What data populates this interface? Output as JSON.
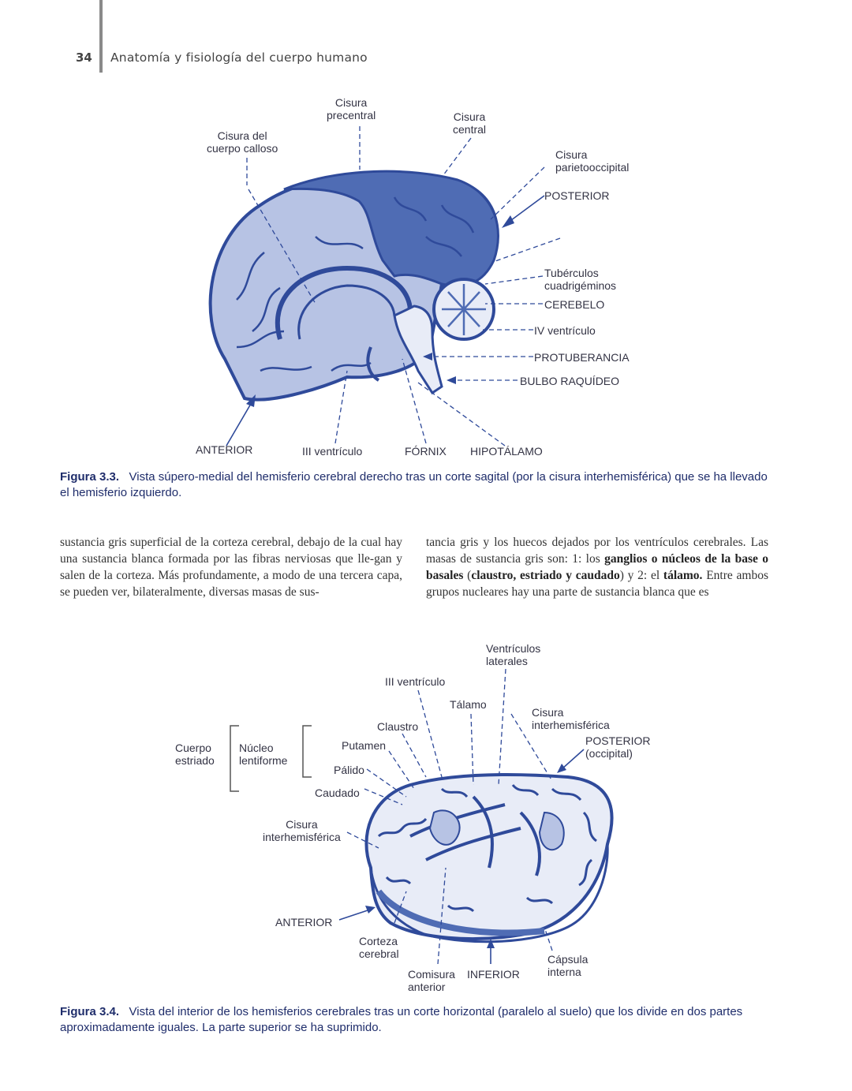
{
  "header": {
    "page_number": "34",
    "running_title": "Anatomía y fisiología del cuerpo humano"
  },
  "figure1": {
    "labels": {
      "cisura_precentral": "Cisura\nprecentral",
      "cisura_cuerpo_calloso": "Cisura del\ncuerpo calloso",
      "cisura_central": "Cisura\ncentral",
      "cisura_parietooccipital": "Cisura\nparietooccipital",
      "posterior": "POSTERIOR",
      "tuberculos": "Tubérculos\ncuadrigéminos",
      "cerebelo": "CEREBELO",
      "iv_ventriculo": "IV ventrículo",
      "protuberancia": "PROTUBERANCIA",
      "bulbo": "BULBO RAQUÍDEO",
      "anterior": "ANTERIOR",
      "iii_ventriculo": "III ventrículo",
      "fornix": "FÓRNIX",
      "hipotalamo": "HIPOTÁLAMO"
    },
    "caption_label": "Figura 3.3.",
    "caption_text": "Vista súpero-medial del hemisferio cerebral derecho tras un corte sagital (por la cisura interhemisférica) que se ha llevado el hemisferio izquierdo."
  },
  "body_text": {
    "left": "sustancia gris superficial de la corteza cerebral, debajo de la cual hay una sustancia blanca formada por las fibras nerviosas que lle-gan y salen de la corteza. Más profundamente, a modo de una tercera capa, se pueden ver, bilateralmente, diversas masas de sus-",
    "right_1": "tancia gris y los huecos dejados por los ventrículos cerebrales. Las masas de sustancia gris son: 1: los ",
    "right_bold_1": "ganglios o núcleos de la base o basales",
    "right_2": " (",
    "right_bold_2": "claustro, estriado y caudado",
    "right_3": ") y 2: el ",
    "right_bold_3": "tálamo.",
    "right_4": " Entre ambos grupos nucleares hay una parte de sustancia blanca que es"
  },
  "figure2": {
    "labels": {
      "ventriculos_laterales": "Ventrículos\nlaterales",
      "iii_ventriculo": "III ventrículo",
      "talamo": "Tálamo",
      "claustro": "Claustro",
      "cisura_interhemisferica_top": "Cisura\ninterhemisférica",
      "posterior": "POSTERIOR\n(occipital)",
      "cuerpo_estriado": "Cuerpo\nestriado",
      "nucleo_lentiforme": "Núcleo\nlentiforme",
      "putamen": "Putamen",
      "palido": "Pálido",
      "caudado": "Caudado",
      "cisura_interhemisferica_left": "Cisura\ninterhemisférica",
      "anterior": "ANTERIOR",
      "corteza": "Corteza\ncerebral",
      "comisura": "Comisura\nanterior",
      "inferior": "INFERIOR",
      "capsula": "Cápsula\ninterna"
    },
    "caption_label": "Figura 3.4.",
    "caption_text": "Vista del interior de los hemisferios cerebrales tras un corte horizontal (paralelo al suelo) que los divide en dos partes aproximadamente iguales. La parte superior se ha suprimido."
  },
  "colors": {
    "illustration_dark": "#2f4a9a",
    "illustration_mid": "#4f6cb4",
    "illustration_light": "#b7c3e4",
    "caption": "#1f2d6b"
  }
}
